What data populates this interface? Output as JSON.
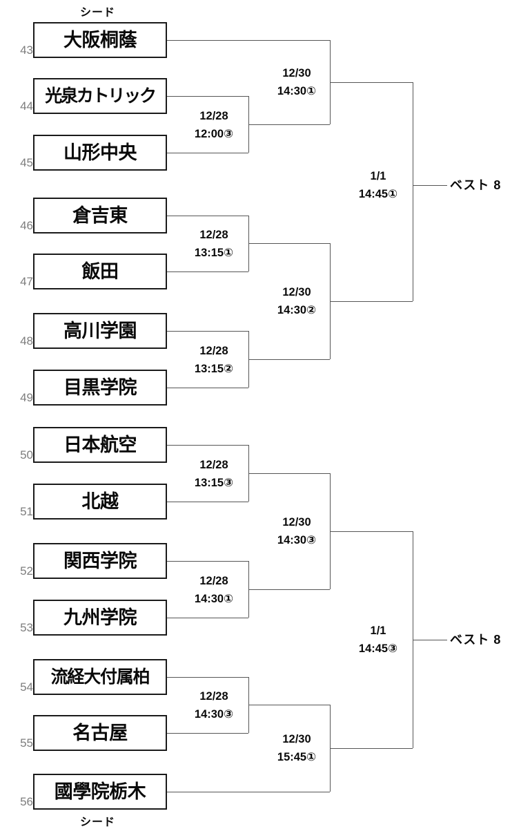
{
  "seed_labels": {
    "top": "シード",
    "bottom": "シード"
  },
  "teams": [
    {
      "num": "43",
      "name": "大阪桐蔭"
    },
    {
      "num": "44",
      "name": "光泉カトリック"
    },
    {
      "num": "45",
      "name": "山形中央"
    },
    {
      "num": "46",
      "name": "倉吉東"
    },
    {
      "num": "47",
      "name": "飯田"
    },
    {
      "num": "48",
      "name": "高川学園"
    },
    {
      "num": "49",
      "name": "目黒学院"
    },
    {
      "num": "50",
      "name": "日本航空"
    },
    {
      "num": "51",
      "name": "北越"
    },
    {
      "num": "52",
      "name": "関西学院"
    },
    {
      "num": "53",
      "name": "九州学院"
    },
    {
      "num": "54",
      "name": "流経大付属柏"
    },
    {
      "num": "55",
      "name": "名古屋"
    },
    {
      "num": "56",
      "name": "國學院栃木"
    }
  ],
  "round1": [
    {
      "date": "12/28",
      "time": "12:00③"
    },
    {
      "date": "12/28",
      "time": "13:15①"
    },
    {
      "date": "12/28",
      "time": "13:15②"
    },
    {
      "date": "12/28",
      "time": "13:15③"
    },
    {
      "date": "12/28",
      "time": "14:30①"
    },
    {
      "date": "12/28",
      "time": "14:30③"
    }
  ],
  "round2": [
    {
      "date": "12/30",
      "time": "14:30①"
    },
    {
      "date": "12/30",
      "time": "14:30②"
    },
    {
      "date": "12/30",
      "time": "14:30③"
    },
    {
      "date": "12/30",
      "time": "15:45①"
    }
  ],
  "round3": [
    {
      "date": "1/1",
      "time": "14:45①"
    },
    {
      "date": "1/1",
      "time": "14:45③"
    }
  ],
  "advance": [
    {
      "label": "ベスト 8"
    },
    {
      "label": "ベスト 8"
    }
  ]
}
